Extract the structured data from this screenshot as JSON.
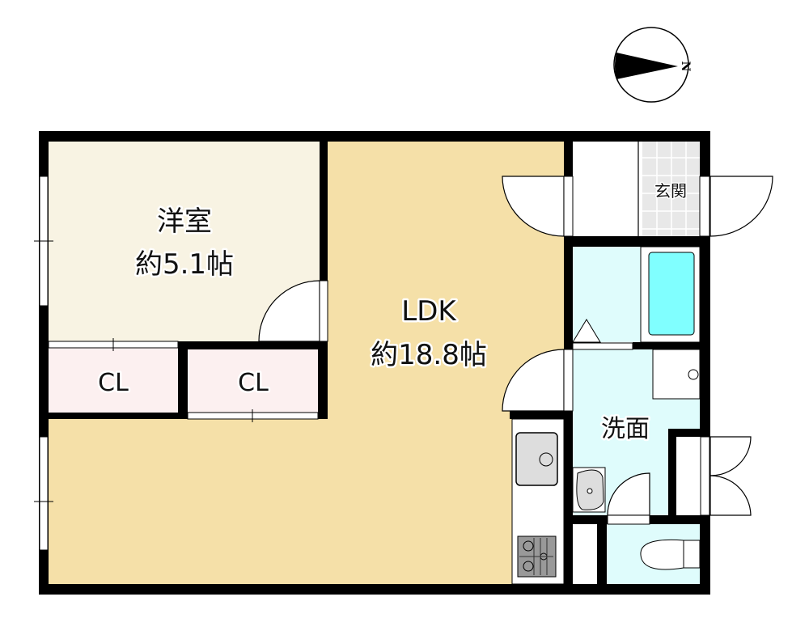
{
  "compass": {
    "label": "N"
  },
  "rooms": {
    "western_room": {
      "name": "洋室",
      "area": "約5.1帖"
    },
    "closet_1": {
      "name": "CL"
    },
    "closet_2": {
      "name": "CL"
    },
    "ldk": {
      "name": "LDK",
      "area": "約18.8帖"
    },
    "entrance": {
      "name": "玄関"
    },
    "washroom": {
      "name": "洗面"
    }
  },
  "colors": {
    "wall": "#000000",
    "western_room": "#f8f3e3",
    "closet": "#fcf0f0",
    "ldk": "#f5e0a8",
    "wet_area": "#dffcfc",
    "bathtub": "#80ffff",
    "entrance_tile": "#e8e8e8"
  }
}
